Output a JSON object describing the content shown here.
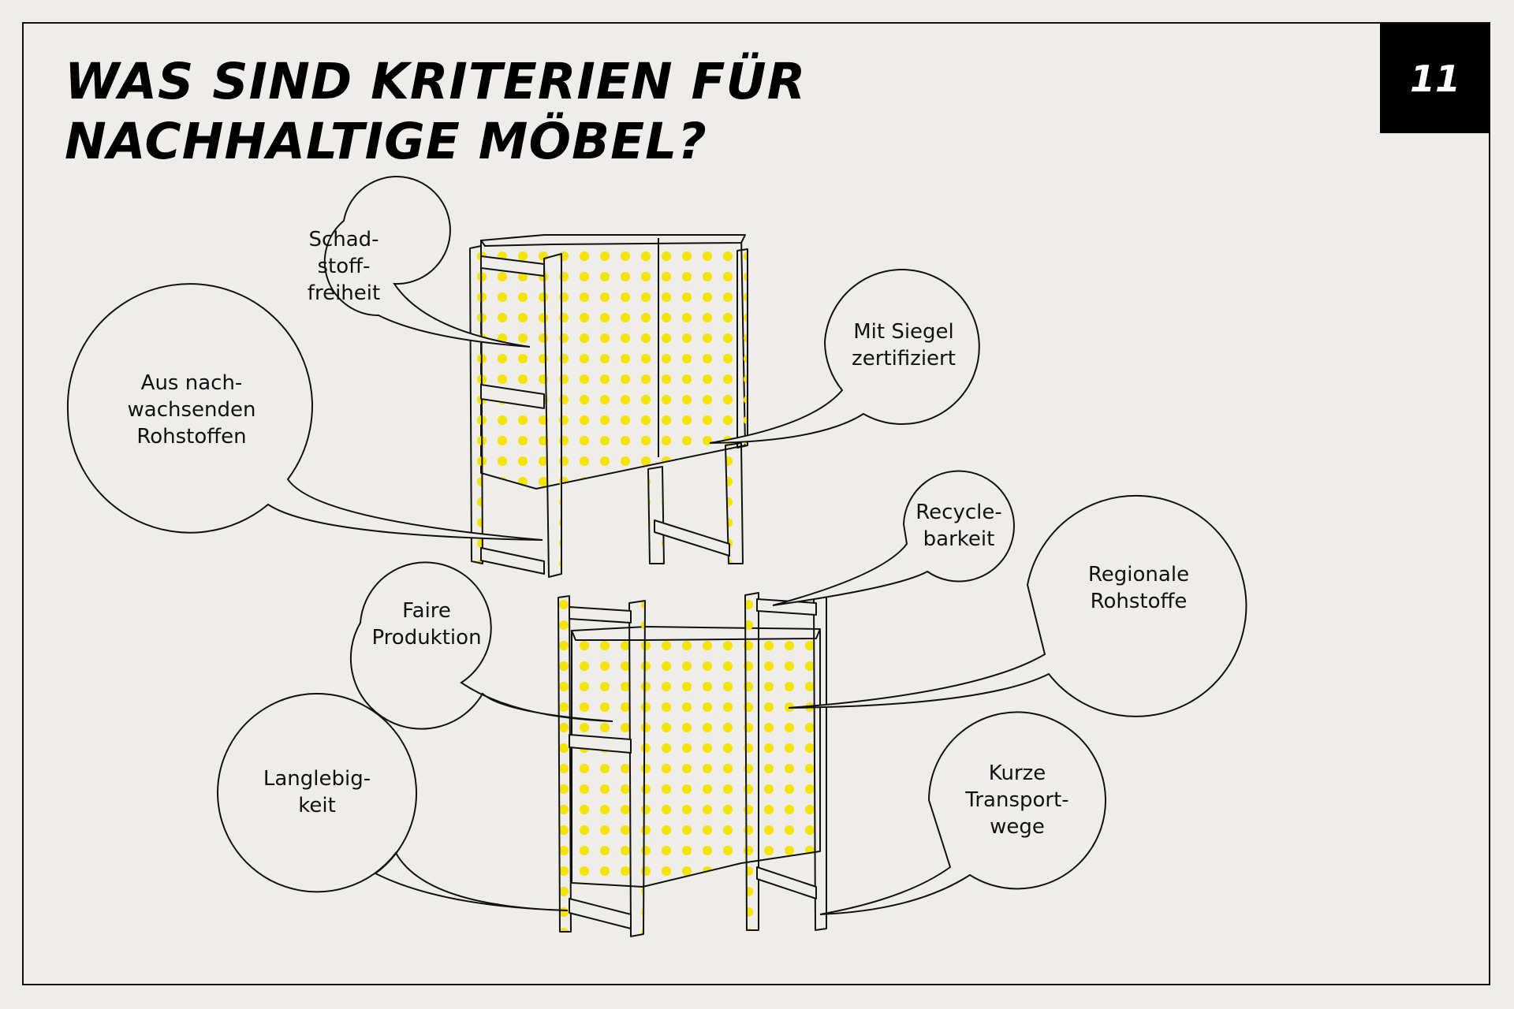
{
  "title": {
    "line1": "WAS SIND KRITERIEN FÜR",
    "line2": "NACHHALTIGE MÖBEL?"
  },
  "page_number": "11",
  "colors": {
    "background": "#eeede9",
    "dots": "#f5e400",
    "line": "#111111",
    "badge": "#000000"
  },
  "bubbles": {
    "schadstoff": "Schad-\nstoff-\nfreiheit",
    "nachwachsend": "Aus nach-\nwachsenden\nRohstoffen",
    "siegel": "Mit Siegel\nzertifiziert",
    "recycle": "Recycle-\nbarkeit",
    "regional": "Regionale\nRohstoffe",
    "faire": "Faire\nProduktion",
    "langlebig": "Langlebig-\nkeit",
    "transport": "Kurze\nTransport-\nwege"
  }
}
